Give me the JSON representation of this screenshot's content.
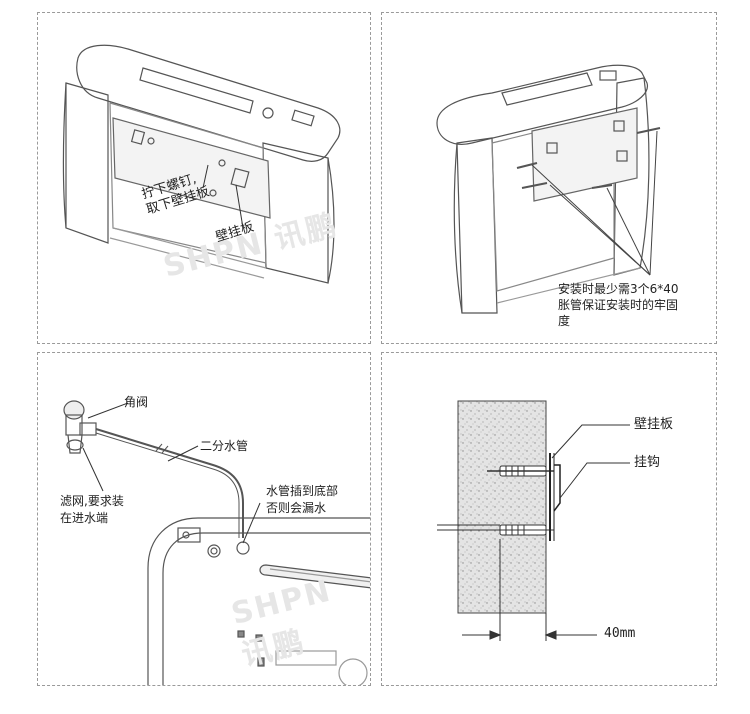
{
  "panel1": {
    "label_unscrew": "拧下螺钉,\n取下壁挂板",
    "label_plate": "壁挂板",
    "watermark": "SHPN 讯鹏"
  },
  "panel2": {
    "note": "安装时最少需3个6*40\n胀管保证安装时的牢固\n度"
  },
  "panel3": {
    "label_angle_valve": "角阀",
    "label_pipe": "二分水管",
    "label_filter": "滤网,要求装\n在进水端",
    "label_insert": "水管插到底部\n否则会漏水",
    "watermark": "SHPN 讯鹏"
  },
  "panel4": {
    "label_plate": "壁挂板",
    "label_hook": "挂钩",
    "dimension": "40mm"
  }
}
